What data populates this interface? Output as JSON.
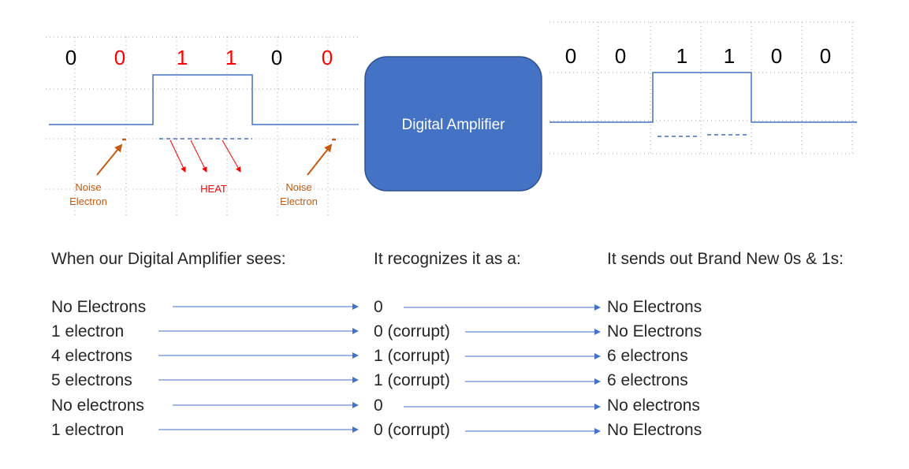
{
  "colors": {
    "signal": "#4472c4",
    "grid": "#a6a6a6",
    "accent_red": "#ff0000",
    "noise_orange": "#c55a11",
    "box_fill": "#4472c4",
    "box_stroke": "#2f528f",
    "text": "#262626"
  },
  "input_bits": [
    {
      "label": "0",
      "color": "#000000"
    },
    {
      "label": "0",
      "color": "#ff0000"
    },
    {
      "label": "1",
      "color": "#ff0000"
    },
    {
      "label": "1",
      "color": "#ff0000"
    },
    {
      "label": "0",
      "color": "#000000"
    },
    {
      "label": "0",
      "color": "#ff0000"
    }
  ],
  "noise_label_left": [
    "Noise",
    "Electron"
  ],
  "noise_label_right": [
    "Noise",
    "Electron"
  ],
  "heat_label": "HEAT",
  "amplifier_label": "Digital Amplifier",
  "output_bits": [
    "0",
    "0",
    "1",
    "1",
    "0",
    "0"
  ],
  "table": {
    "headers": [
      "When our Digital Amplifier sees:",
      "It recognizes it as a:",
      "It sends out Brand New 0s & 1s:"
    ],
    "rows": [
      {
        "sees": "No Electrons",
        "recognizes": "0",
        "sends": "No Electrons"
      },
      {
        "sees": "1 electron",
        "recognizes": "0 (corrupt)",
        "sends": "No Electrons"
      },
      {
        "sees": "4 electrons",
        "recognizes": "1 (corrupt)",
        "sends": "6 electrons"
      },
      {
        "sees": "5 electrons",
        "recognizes": "1 (corrupt)",
        "sends": "6 electrons"
      },
      {
        "sees": "No electrons",
        "recognizes": "0",
        "sends": "No electrons"
      },
      {
        "sees": "1 electron",
        "recognizes": "0 (corrupt)",
        "sends": "No Electrons"
      }
    ]
  }
}
